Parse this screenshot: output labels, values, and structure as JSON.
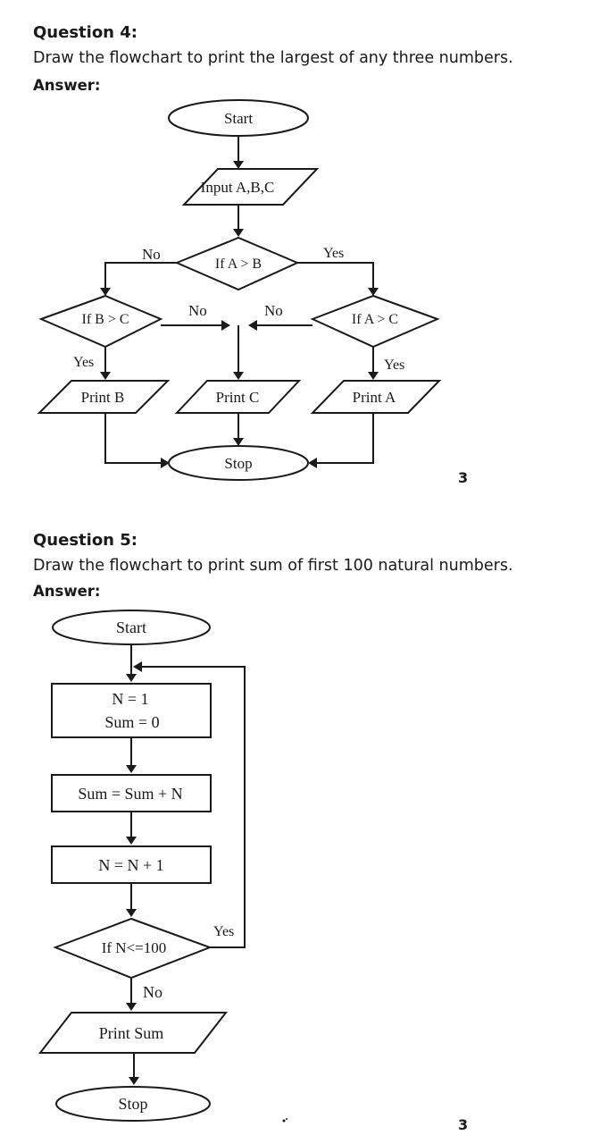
{
  "questions": [
    {
      "title": "Question 4:",
      "prompt": "Draw the flowchart to print the largest of any three numbers.",
      "answer_label": "Answer:",
      "marks": "3",
      "nodes": {
        "start": "Start",
        "input": "Input A,B,C",
        "if_a_gt_b": "If A > B",
        "if_b_gt_c": "If B > C",
        "if_a_gt_c": "If A > C",
        "print_b": "Print B",
        "print_c": "Print C",
        "print_a": "Print A",
        "stop": "Stop"
      },
      "edge_labels": {
        "ab_no": "No",
        "ab_yes": "Yes",
        "bc_no": "No",
        "ac_no": "No",
        "bc_yes": "Yes",
        "ac_yes": "Yes"
      }
    },
    {
      "title": "Question 5:",
      "prompt": "Draw the flowchart to print sum of first 100 natural numbers.",
      "answer_label": "Answer:",
      "marks": "3",
      "nodes": {
        "start": "Start",
        "init_n": "N = 1",
        "init_sum": "Sum = 0",
        "sum_update": "Sum = Sum + N",
        "n_update": "N = N + 1",
        "if_n": "If N<=100",
        "print_sum": "Print Sum",
        "stop": "Stop"
      },
      "edge_labels": {
        "loop_yes": "Yes",
        "exit_no": "No"
      }
    }
  ]
}
